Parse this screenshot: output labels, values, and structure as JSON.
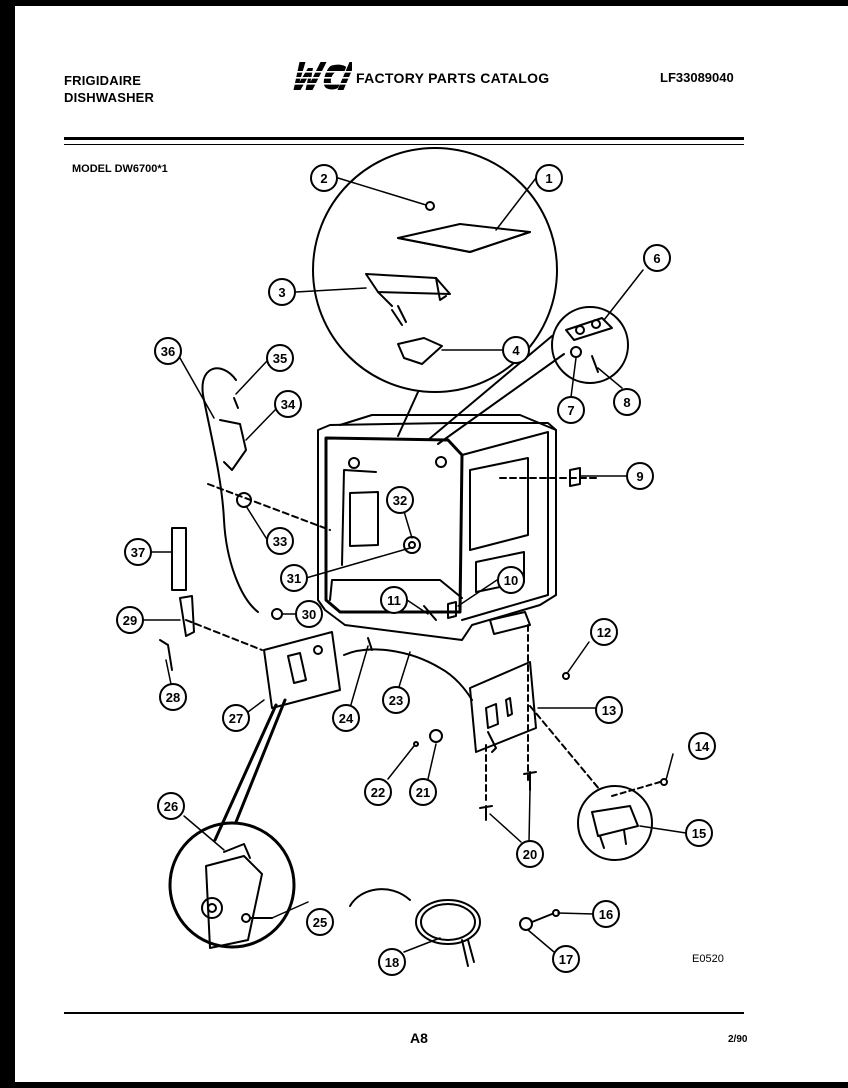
{
  "header": {
    "brand_line1": "FRIGIDAIRE",
    "brand_line2": "DISHWASHER",
    "logo_text": "WCI",
    "catalog_title": "FACTORY PARTS CATALOG",
    "catalog_number": "LF33089040"
  },
  "model": "MODEL DW6700*1",
  "diagram": {
    "code": "E0520",
    "callouts": [
      "1",
      "2",
      "3",
      "4",
      "6",
      "7",
      "8",
      "9",
      "10",
      "11",
      "12",
      "13",
      "14",
      "15",
      "16",
      "17",
      "18",
      "20",
      "21",
      "22",
      "23",
      "24",
      "25",
      "26",
      "27",
      "28",
      "29",
      "30",
      "31",
      "32",
      "33",
      "34",
      "35",
      "36",
      "37"
    ]
  },
  "footer": {
    "page_code": "A8",
    "date": "2/90"
  }
}
